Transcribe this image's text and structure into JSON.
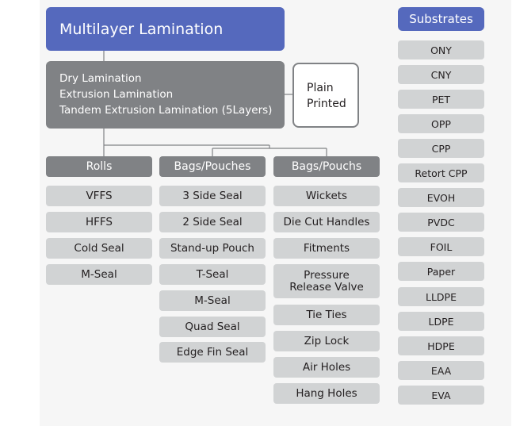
{
  "title": "Multilayer Lamination",
  "methods": [
    "Dry Lamination",
    "Extrusion Lamination",
    "Tandem Extrusion Lamination (5Layers)"
  ],
  "print_options": [
    "Plain",
    "Printed"
  ],
  "columns": [
    {
      "header": "Rolls",
      "items": [
        "VFFS",
        "HFFS",
        "Cold Seal",
        "M-Seal"
      ]
    },
    {
      "header": "Bags/Pouches",
      "items": [
        "3 Side Seal",
        "2 Side Seal",
        "Stand-up Pouch",
        "T-Seal",
        "M-Seal",
        "Quad Seal",
        "Edge Fin Seal"
      ]
    },
    {
      "header": "Bags/Pouchs",
      "items": [
        "Wickets",
        "Die Cut Handles",
        "Fitments",
        "Pressure Release Valve",
        "Tie Ties",
        "Zip Lock",
        "Air Holes",
        "Hang Holes"
      ]
    }
  ],
  "substrates": {
    "header": "Substrates",
    "items": [
      "ONY",
      "CNY",
      "PET",
      "OPP",
      "CPP",
      "Retort CPP",
      "EVOH",
      "PVDC",
      "FOIL",
      "Paper",
      "LLDPE",
      "LDPE",
      "HDPE",
      "EAA",
      "EVA"
    ]
  },
  "colors": {
    "accent_blue": "#5569bd",
    "dark_gray": "#808285",
    "light_gray": "#d1d3d4",
    "text": "#231f20"
  }
}
